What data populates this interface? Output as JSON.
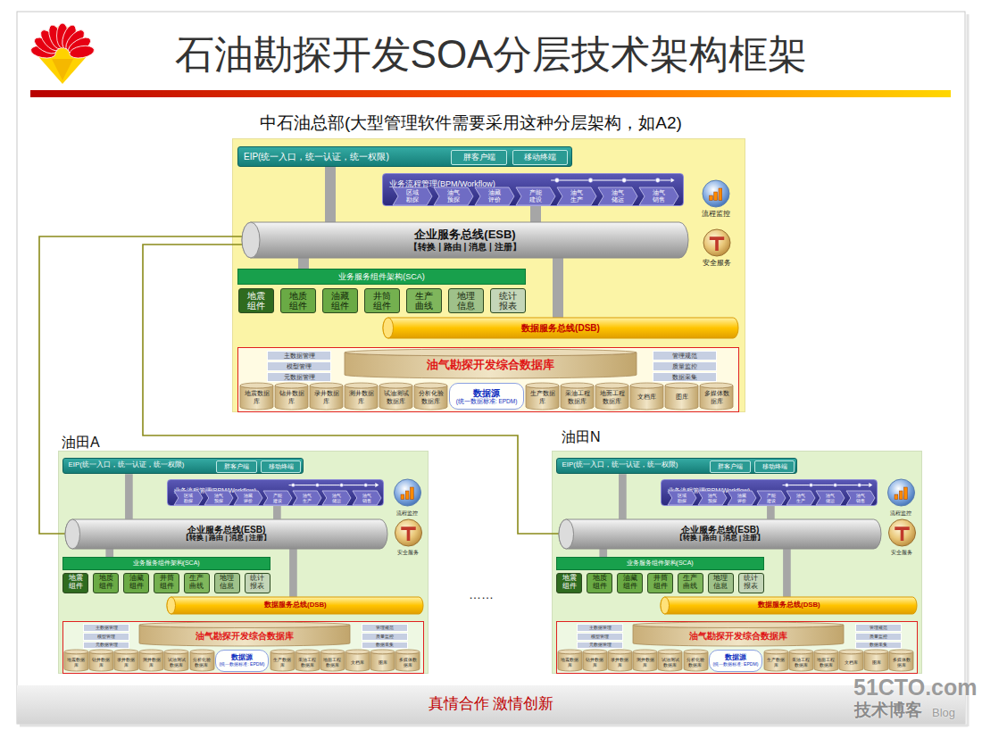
{
  "diagram": {
    "title": "石油勘探开发SOA分层技术架构框架",
    "nodes": [
      {
        "text": [
          "中石油总部(大型管理软件需要采用这种分层架构，如A2)"
        ]
      },
      {
        "text": [
          "EIP(统一入口，统一认证，统一权限)"
        ],
        "in": 0
      },
      {
        "text": [
          "胖客户端"
        ],
        "in": 1
      },
      {
        "text": [
          "移动终端"
        ],
        "in": 1
      },
      {
        "text": [
          "业务流程管理(BPM/Workflow)"
        ],
        "in": 0
      },
      {
        "text": [
          "区域勘探"
        ],
        "in": 4
      },
      {
        "text": [
          "油气预探"
        ],
        "in": 4
      },
      {
        "text": [
          "油藏评价"
        ],
        "in": 4
      },
      {
        "text": [
          "产能建设"
        ],
        "in": 4
      },
      {
        "text": [
          "油气生产"
        ],
        "in": 4
      },
      {
        "text": [
          "油气储运"
        ],
        "in": 4
      },
      {
        "text": [
          "油气销售"
        ],
        "in": 4
      },
      {
        "text": [
          "流程监控"
        ],
        "in": 0
      },
      {
        "text": [
          "企业服务总线(ESB)",
          "【转换 | 路由 | 消息 | 注册】"
        ],
        "in": 0
      },
      {
        "text": [
          "安全服务"
        ],
        "in": 0
      },
      {
        "text": [
          "业务服务组件架构(SCA)"
        ],
        "in": 0
      },
      {
        "text": [
          "地震组件"
        ],
        "in": 0
      },
      {
        "text": [
          "地质组件"
        ],
        "in": 0
      },
      {
        "text": [
          "油藏组件"
        ],
        "in": 0
      },
      {
        "text": [
          "井筒组件"
        ],
        "in": 0
      },
      {
        "text": [
          "生产曲线"
        ],
        "in": 0
      },
      {
        "text": [
          "地理信息"
        ],
        "in": 0
      },
      {
        "text": [
          "统计报表"
        ],
        "in": 0
      },
      {
        "text": [
          "数据服务总线(DSB)"
        ],
        "in": 0
      },
      {
        "text": [
          "主数据管理"
        ],
        "in": 0
      },
      {
        "text": [
          "油气勘探开发综合数据库"
        ],
        "in": 0
      },
      {
        "text": [
          "管理规范"
        ],
        "in": 0
      },
      {
        "text": [
          "模型管理"
        ],
        "in": 0
      },
      {
        "text": [
          "质量监控"
        ],
        "in": 0
      },
      {
        "text": [
          "元数据管理"
        ],
        "in": 0
      },
      {
        "text": [
          "数据采集"
        ],
        "in": 0
      },
      {
        "text": [
          "地震数据库"
        ],
        "in": 0
      },
      {
        "text": [
          "钻井数据库"
        ],
        "in": 0
      },
      {
        "text": [
          "录井数据库"
        ],
        "in": 0
      },
      {
        "text": [
          "测井数据库"
        ],
        "in": 0
      },
      {
        "text": [
          "试油测试数据库"
        ],
        "in": 0
      },
      {
        "text": [
          "分析化验数据库"
        ],
        "in": 0
      },
      {
        "text": [
          "数据源",
          "(统一数据标准: EPDM)"
        ],
        "in": 0
      },
      {
        "text": [
          "生产数据库"
        ],
        "in": 0
      },
      {
        "text": [
          "采油工程数据库"
        ],
        "in": 0
      },
      {
        "text": [
          "地面工程数据库"
        ],
        "in": 0
      },
      {
        "text": [
          "文档库"
        ],
        "in": 0
      },
      {
        "text": [
          "图库"
        ],
        "in": 0
      },
      {
        "text": [
          "多媒体数据库"
        ],
        "in": 0
      },
      {
        "text": [
          "油田A"
        ]
      },
      {
        "text": [
          "EIP(统一入口，统一认证，统一权限)"
        ],
        "in": 44
      },
      {
        "text": [
          "胖客户端"
        ],
        "in": 45
      },
      {
        "text": [
          "移动终端"
        ],
        "in": 45
      },
      {
        "text": [
          "业务流程管理(BPM/Workflow)"
        ],
        "in": 44
      },
      {
        "text": [
          "区域勘探"
        ],
        "in": 48
      },
      {
        "text": [
          "油气预探"
        ],
        "in": 48
      },
      {
        "text": [
          "油藏评价"
        ],
        "in": 48
      },
      {
        "text": [
          "产能建设"
        ],
        "in": 48
      },
      {
        "text": [
          "油气生产"
        ],
        "in": 48
      },
      {
        "text": [
          "油气储运"
        ],
        "in": 48
      },
      {
        "text": [
          "油气销售"
        ],
        "in": 48
      },
      {
        "text": [
          "流程监控"
        ],
        "in": 44
      },
      {
        "text": [
          "企业服务总线(ESB)",
          "【转换 | 路由 | 消息 | 注册】"
        ],
        "in": 44
      },
      {
        "text": [
          "安全服务"
        ],
        "in": 44
      },
      {
        "text": [
          "业务服务组件架构(SCA)"
        ],
        "in": 44
      },
      {
        "text": [
          "地震组件"
        ],
        "in": 44
      },
      {
        "text": [
          "地质组件"
        ],
        "in": 44
      },
      {
        "text": [
          "油藏组件"
        ],
        "in": 44
      },
      {
        "text": [
          "井筒组件"
        ],
        "in": 44
      },
      {
        "text": [
          "生产曲线"
        ],
        "in": 44
      },
      {
        "text": [
          "地理信息"
        ],
        "in": 44
      },
      {
        "text": [
          "统计报表"
        ],
        "in": 44
      },
      {
        "text": [
          "数据服务总线(DSB)"
        ],
        "in": 44
      },
      {
        "text": [
          "主数据管理"
        ],
        "in": 44
      },
      {
        "text": [
          "油气勘探开发综合数据库"
        ],
        "in": 44
      },
      {
        "text": [
          "管理规范"
        ],
        "in": 44
      },
      {
        "text": [
          "模型管理"
        ],
        "in": 44
      },
      {
        "text": [
          "质量监控"
        ],
        "in": 44
      },
      {
        "text": [
          "元数据管理"
        ],
        "in": 44
      },
      {
        "text": [
          "数据采集"
        ],
        "in": 44
      },
      {
        "text": [
          "地震数据库"
        ],
        "in": 44
      },
      {
        "text": [
          "钻井数据库"
        ],
        "in": 44
      },
      {
        "text": [
          "录井数据库"
        ],
        "in": 44
      },
      {
        "text": [
          "测井数据库"
        ],
        "in": 44
      },
      {
        "text": [
          "试油测试数据库"
        ],
        "in": 44
      },
      {
        "text": [
          "分析化验数据库"
        ],
        "in": 44
      },
      {
        "text": [
          "数据源",
          "(统一数据标准: EPDM)"
        ],
        "in": 44
      },
      {
        "text": [
          "生产数据库"
        ],
        "in": 44
      },
      {
        "text": [
          "采油工程数据库"
        ],
        "in": 44
      },
      {
        "text": [
          "地面工程数据库"
        ],
        "in": 44
      },
      {
        "text": [
          "文档库"
        ],
        "in": 44
      },
      {
        "text": [
          "图库"
        ],
        "in": 44
      },
      {
        "text": [
          "多媒体数据库"
        ],
        "in": 44
      },
      {
        "text": [
          "油田N"
        ]
      },
      {
        "text": [
          "EIP(统一入口，统一认证，统一权限)"
        ],
        "in": 88
      },
      {
        "text": [
          "胖客户端"
        ],
        "in": 89
      },
      {
        "text": [
          "移动终端"
        ],
        "in": 89
      },
      {
        "text": [
          "业务流程管理(BPM/Workflow)"
        ],
        "in": 88
      },
      {
        "text": [
          "区域勘探"
        ],
        "in": 92
      },
      {
        "text": [
          "油气预探"
        ],
        "in": 92
      },
      {
        "text": [
          "油藏评价"
        ],
        "in": 92
      },
      {
        "text": [
          "产能建设"
        ],
        "in": 92
      },
      {
        "text": [
          "油气生产"
        ],
        "in": 92
      },
      {
        "text": [
          "油气储运"
        ],
        "in": 92
      },
      {
        "text": [
          "油气销售"
        ],
        "in": 92
      },
      {
        "text": [
          "流程监控"
        ],
        "in": 88
      },
      {
        "text": [
          "企业服务总线(ESB)",
          "【转换 | 路由 | 消息 | 注册】"
        ],
        "in": 88
      },
      {
        "text": [
          "安全服务"
        ],
        "in": 88
      },
      {
        "text": [
          "业务服务组件架构(SCA)"
        ],
        "in": 88
      },
      {
        "text": [
          "地震组件"
        ],
        "in": 88
      },
      {
        "text": [
          "地质组件"
        ],
        "in": 88
      },
      {
        "text": [
          "油藏组件"
        ],
        "in": 88
      },
      {
        "text": [
          "井筒组件"
        ],
        "in": 88
      },
      {
        "text": [
          "生产曲线"
        ],
        "in": 88
      },
      {
        "text": [
          "地理信息"
        ],
        "in": 88
      },
      {
        "text": [
          "统计报表"
        ],
        "in": 88
      },
      {
        "text": [
          "数据服务总线(DSB)"
        ],
        "in": 88
      },
      {
        "text": [
          "主数据管理"
        ],
        "in": 88
      },
      {
        "text": [
          "油气勘探开发综合数据库"
        ],
        "in": 88
      },
      {
        "text": [
          "管理规范"
        ],
        "in": 88
      },
      {
        "text": [
          "模型管理"
        ],
        "in": 88
      },
      {
        "text": [
          "质量监控"
        ],
        "in": 88
      },
      {
        "text": [
          "元数据管理"
        ],
        "in": 88
      },
      {
        "text": [
          "数据采集"
        ],
        "in": 88
      },
      {
        "text": [
          "地震数据库"
        ],
        "in": 88
      },
      {
        "text": [
          "钻井数据库"
        ],
        "in": 88
      },
      {
        "text": [
          "录井数据库"
        ],
        "in": 88
      },
      {
        "text": [
          "测井数据库"
        ],
        "in": 88
      },
      {
        "text": [
          "试油测试数据库"
        ],
        "in": 88
      },
      {
        "text": [
          "分析化验数据库"
        ],
        "in": 88
      },
      {
        "text": [
          "数据源",
          "(统一数据标准: EPDM)"
        ],
        "in": 88
      },
      {
        "text": [
          "生产数据库"
        ],
        "in": 88
      },
      {
        "text": [
          "采油工程数据库"
        ],
        "in": 88
      },
      {
        "text": [
          "地面工程数据库"
        ],
        "in": 88
      },
      {
        "text": [
          "文档库"
        ],
        "in": 88
      },
      {
        "text": [
          "图库"
        ],
        "in": 88
      },
      {
        "text": [
          "多媒体数据库"
        ],
        "in": 88
      }
    ],
    "edges": [
      {
        "from": 1,
        "to": 13,
        "arrow": "none"
      },
      {
        "from": 4,
        "to": 13,
        "arrow": "none"
      },
      {
        "from": 13,
        "to": 15,
        "arrow": "none"
      },
      {
        "from": 13,
        "to": 23,
        "arrow": "none"
      },
      {
        "from": 45,
        "to": 57,
        "arrow": "none"
      },
      {
        "from": 48,
        "to": 57,
        "arrow": "none"
      },
      {
        "from": 57,
        "to": 59,
        "arrow": "none"
      },
      {
        "from": 57,
        "to": 67,
        "arrow": "none"
      },
      {
        "from": 89,
        "to": 101,
        "arrow": "none"
      },
      {
        "from": 92,
        "to": 101,
        "arrow": "none"
      },
      {
        "from": 101,
        "to": 103,
        "arrow": "none"
      },
      {
        "from": 101,
        "to": 111,
        "arrow": "none"
      },
      {
        "from": 13,
        "to": 57,
        "arrow": "none"
      },
      {
        "from": 13,
        "to": 101,
        "arrow": "none"
      }
    ],
    "labels": [
      "……",
      "真情合作 激情创新",
      "51CTO.com",
      "技术博客",
      "Blog"
    ]
  }
}
